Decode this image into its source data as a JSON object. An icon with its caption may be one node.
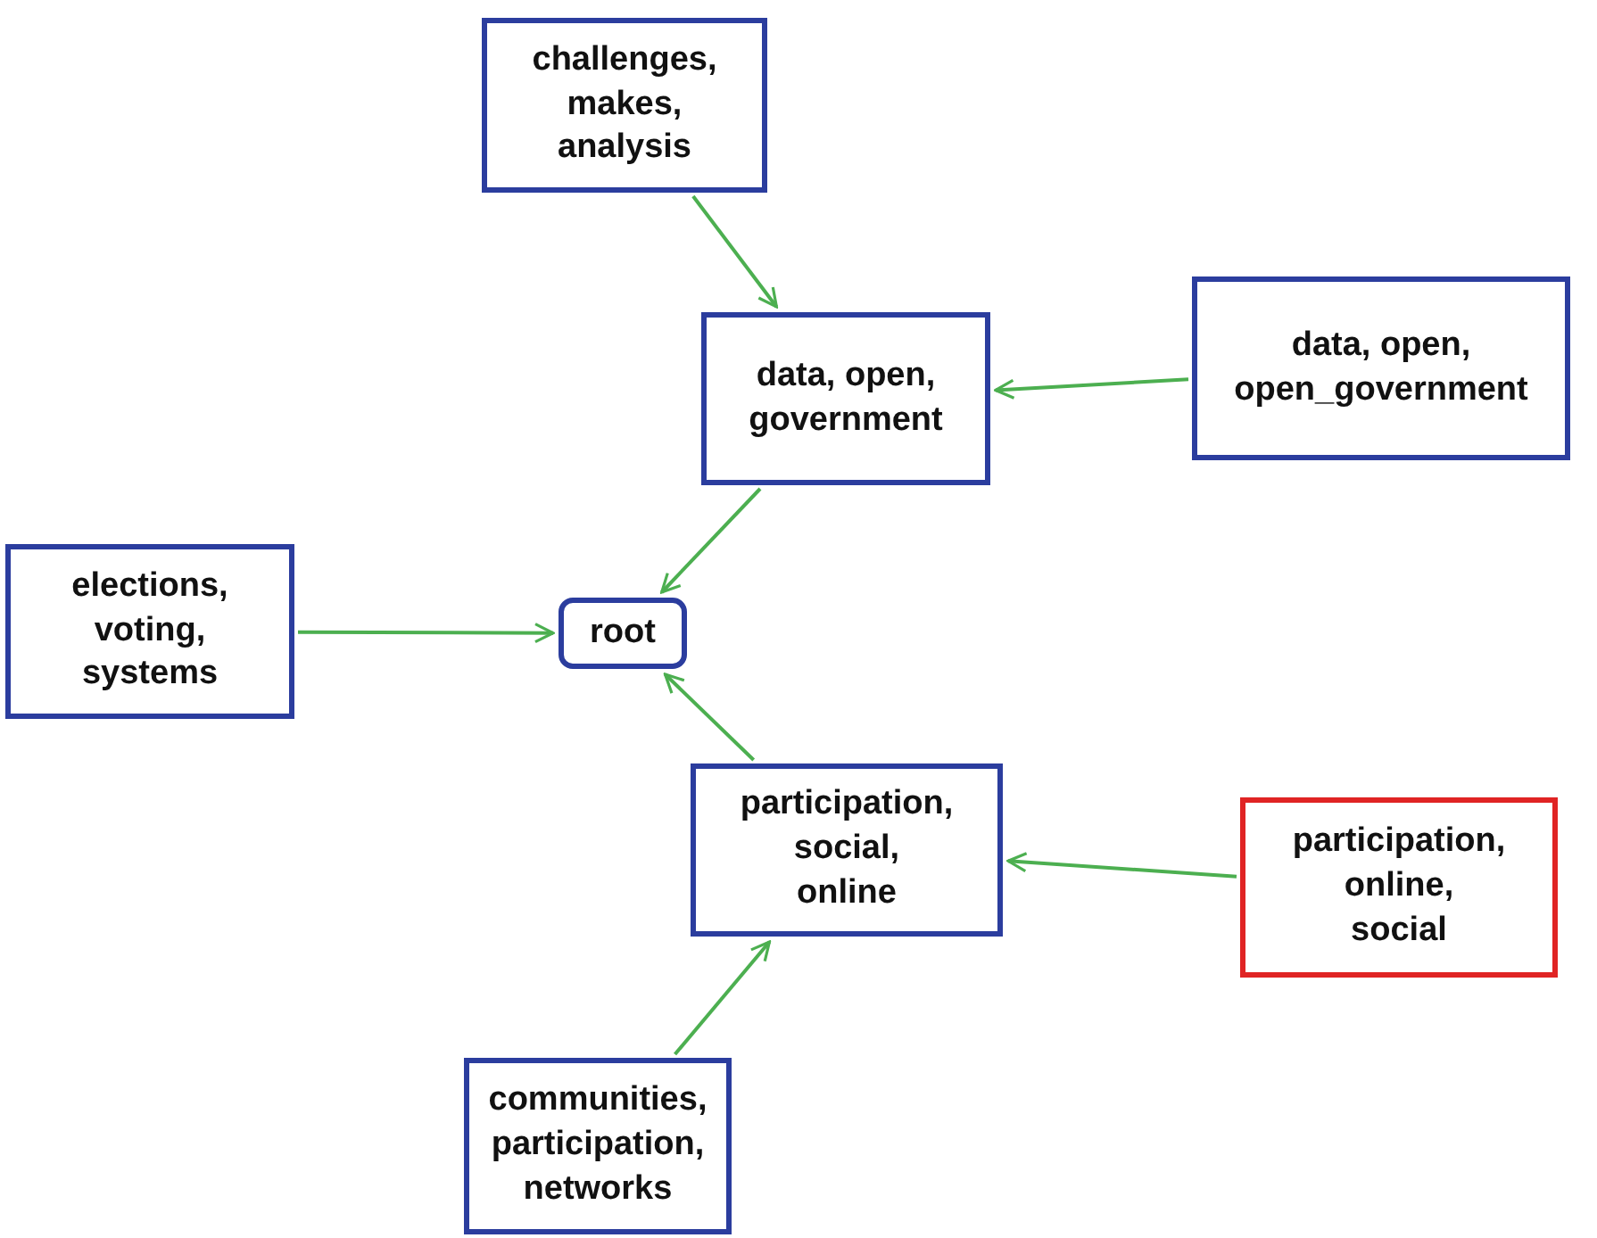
{
  "diagram": {
    "nodes": [
      {
        "text": [
          "challenges, makes, analysis"
        ]
      },
      {
        "text": [
          "data, open, government"
        ]
      },
      {
        "text": [
          "data, open, open_government"
        ]
      },
      {
        "text": [
          "elections, voting, systems"
        ]
      },
      {
        "text": [
          "root"
        ]
      },
      {
        "text": [
          "participation, social, online"
        ]
      },
      {
        "text": [
          "participation, online, social"
        ]
      },
      {
        "text": [
          "communities, participation, networks"
        ]
      }
    ],
    "edges": [
      {
        "from": 0,
        "to": 1,
        "arrow": "to"
      },
      {
        "from": 2,
        "to": 1,
        "arrow": "to"
      },
      {
        "from": 1,
        "to": 4,
        "arrow": "to"
      },
      {
        "from": 3,
        "to": 4,
        "arrow": "to"
      },
      {
        "from": 5,
        "to": 4,
        "arrow": "to"
      },
      {
        "from": 6,
        "to": 5,
        "arrow": "to"
      },
      {
        "from": 7,
        "to": 5,
        "arrow": "to"
      }
    ]
  }
}
